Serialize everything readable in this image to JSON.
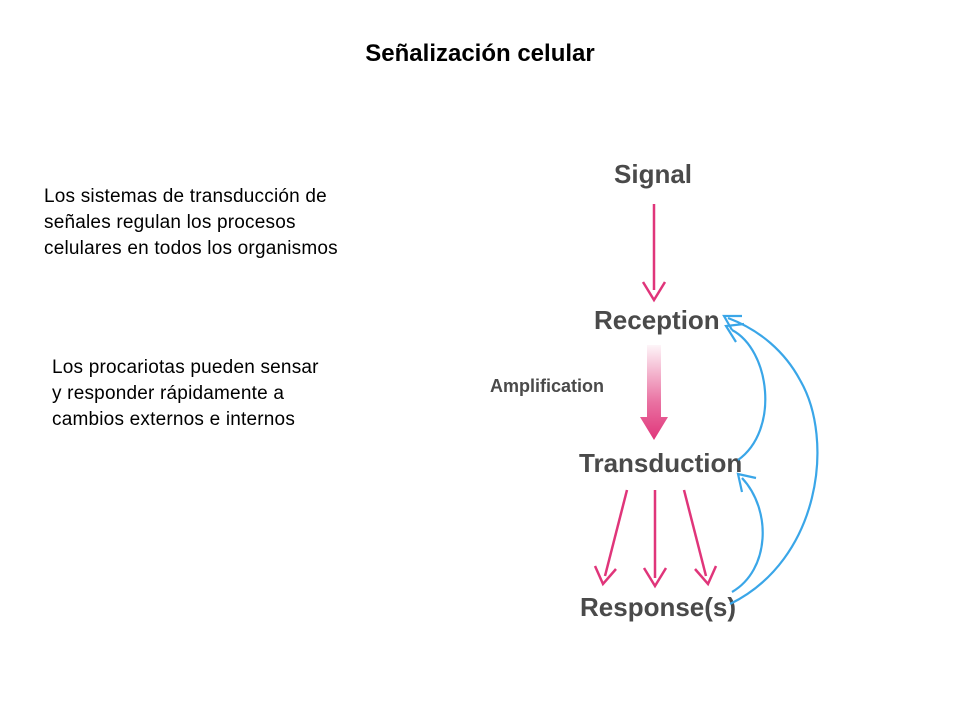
{
  "title": "Señalización celular",
  "paragraph1": {
    "lines": [
      "Los sistemas de transducción de",
      "señales regulan los procesos",
      "celulares en todos los organismos"
    ]
  },
  "paragraph2": {
    "lines": [
      "Los procariotas pueden sensar",
      "y  responder rápidamente a",
      "cambios externos e internos"
    ]
  },
  "diagram": {
    "labels": {
      "signal": "Signal",
      "reception": "Reception",
      "amplification": "Amplification",
      "transduction": "Transduction",
      "responses": "Response(s)"
    },
    "colors": {
      "forward_arrow": "#e0357a",
      "feedback_arrow": "#3aa6e8",
      "label": "#4a4a4a"
    }
  }
}
